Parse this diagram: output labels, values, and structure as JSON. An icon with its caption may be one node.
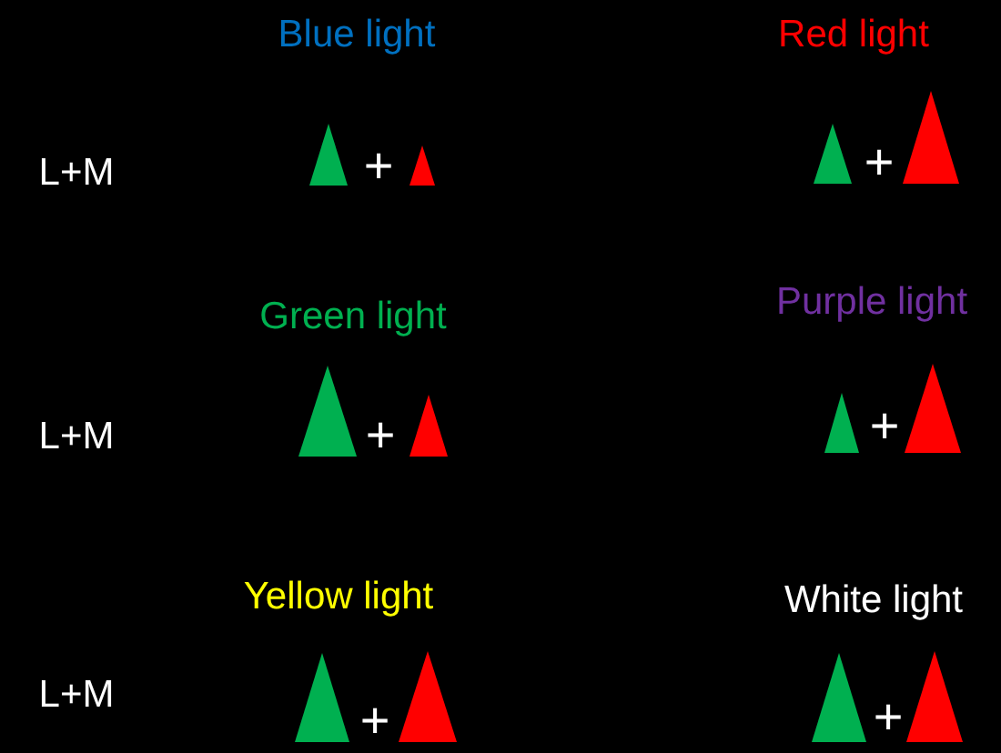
{
  "diagram": {
    "labels": [
      "Blue light",
      "Red light",
      "L+M",
      "+",
      "+",
      "Green light",
      "Purple light",
      "L+M",
      "+",
      "+",
      "Yellow light",
      "White light",
      "L+M",
      "+",
      "+"
    ]
  }
}
